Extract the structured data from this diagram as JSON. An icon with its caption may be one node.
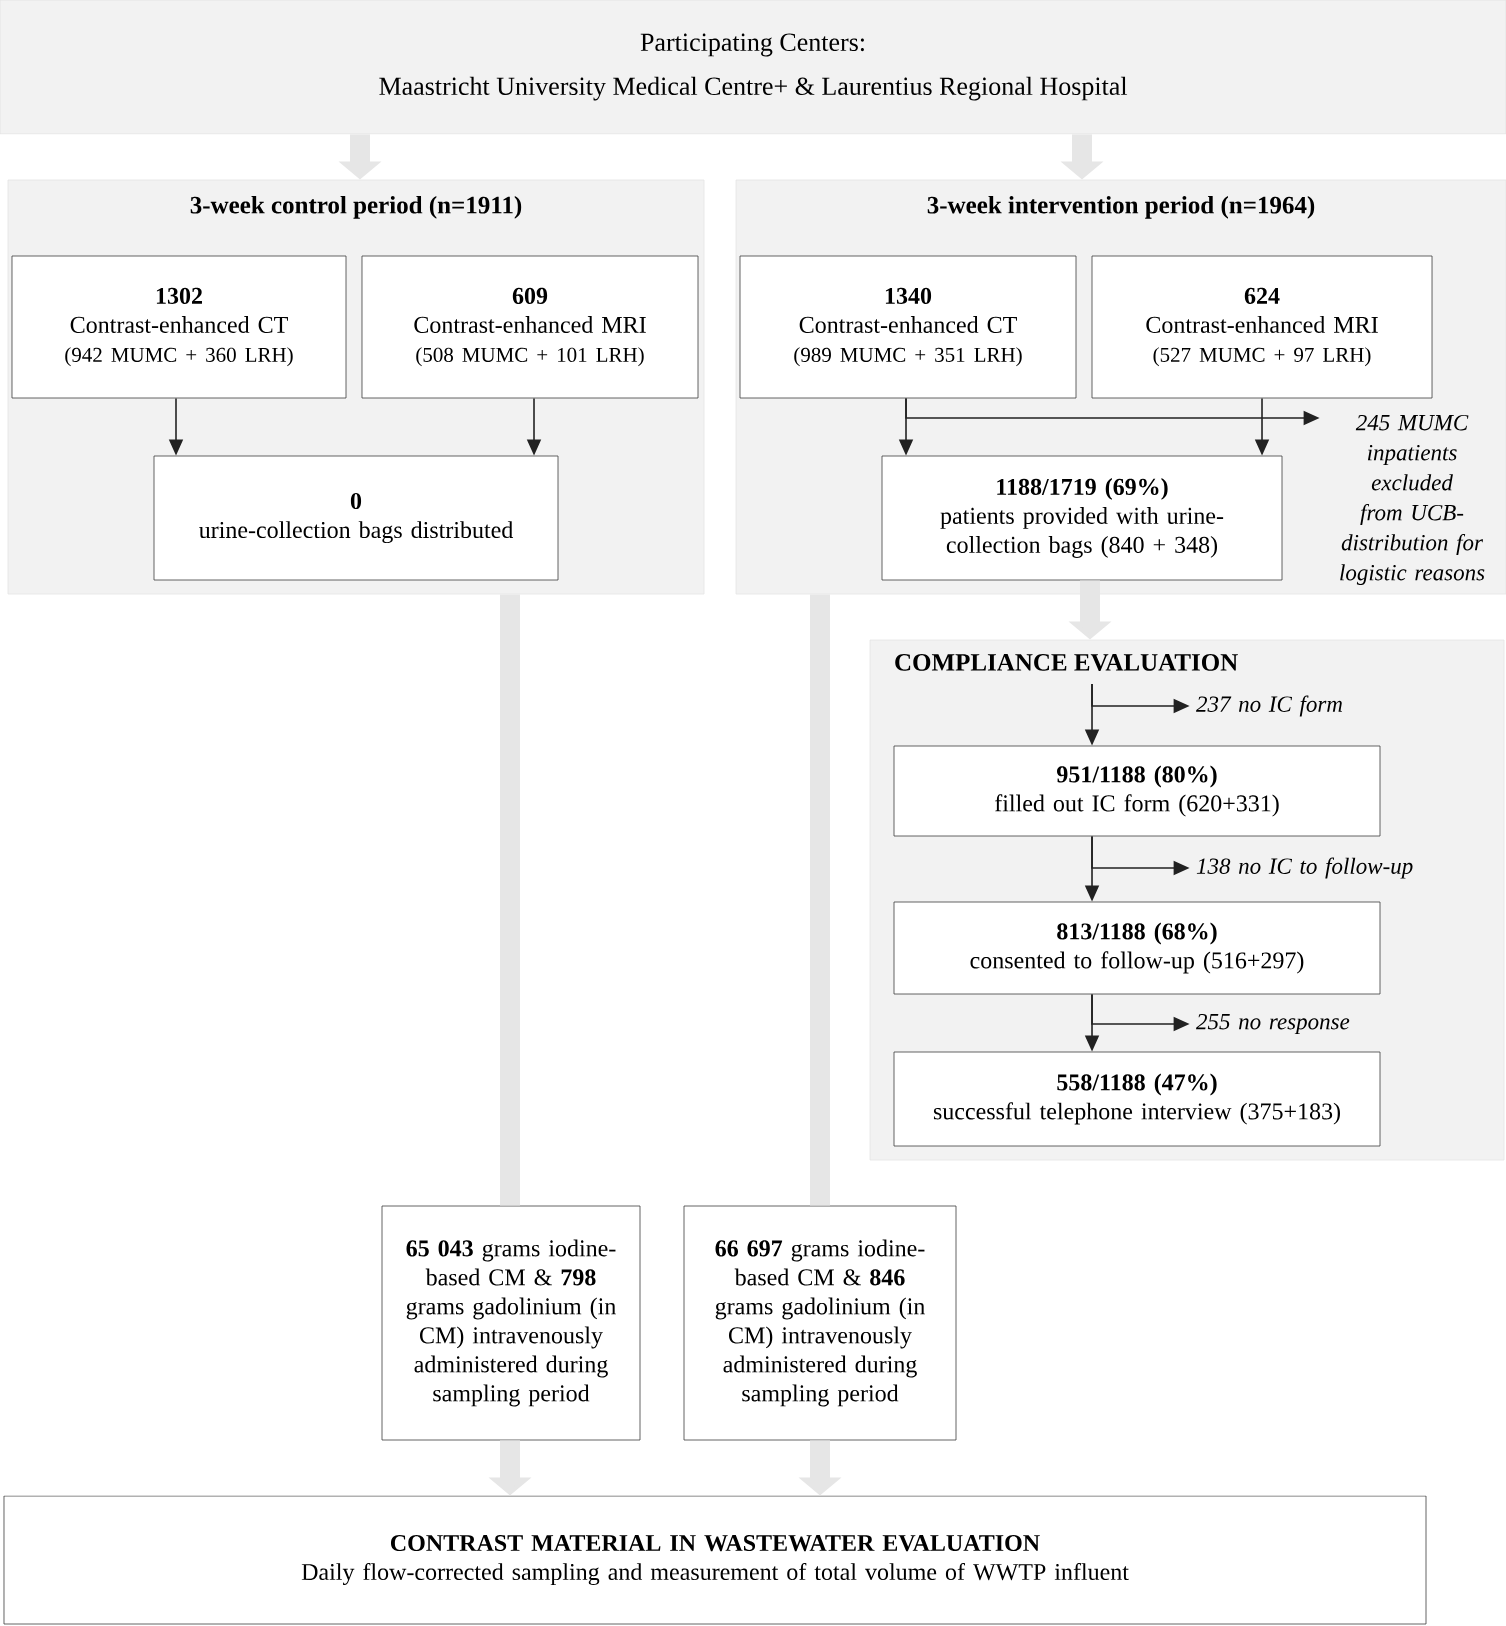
{
  "diagram": {
    "nodes": [
      {
        "text": [
          "Participating Centers:",
          "Maastricht University Medical Centre+ & Laurentius Regional Hospital"
        ]
      },
      {
        "text": [
          "3-week control period (n=1911)"
        ]
      },
      {
        "text": [
          "1302",
          "Contrast-enhanced CT",
          "(942 MUMC + 360 LRH)"
        ],
        "in": 1
      },
      {
        "text": [
          "609",
          "Contrast-enhanced MRI",
          "(508 MUMC + 101 LRH)"
        ],
        "in": 1
      },
      {
        "text": [
          "0",
          "urine-collection bags distributed"
        ],
        "in": 1
      },
      {
        "text": [
          "3-week intervention period (n=1964)"
        ]
      },
      {
        "text": [
          "1340",
          "Contrast-enhanced CT",
          "(989 MUMC + 351 LRH)"
        ],
        "in": 5
      },
      {
        "text": [
          "624",
          "Contrast-enhanced MRI",
          "(527 MUMC + 97 LRH)"
        ],
        "in": 5
      },
      {
        "text": [
          "1188/1719 (69%)",
          "patients provided with urine-collection bags (840 + 348)"
        ],
        "in": 5
      },
      {
        "text": [
          "245 MUMC inpatients excluded from UCB-distribution for logistic reasons"
        ],
        "in": 5
      },
      {
        "text": [
          "COMPLIANCE EVALUATION"
        ]
      },
      {
        "text": [
          "951/1188 (80%)",
          "filled out IC form (620+331)"
        ],
        "in": 10
      },
      {
        "text": [
          "813/1188 (68%)",
          "consented to follow-up (516+297)"
        ],
        "in": 10
      },
      {
        "text": [
          "558/1188 (47%)",
          "successful telephone interview (375+183)"
        ],
        "in": 10
      },
      {
        "text": [
          "237 no IC form"
        ],
        "in": 10
      },
      {
        "text": [
          "138 no IC to follow-up"
        ],
        "in": 10
      },
      {
        "text": [
          "255 no response"
        ],
        "in": 10
      },
      {
        "text": [
          "**65 043** grams iodine-based CM & **798** grams gadolinium (in CM) intravenously administered during sampling period"
        ]
      },
      {
        "text": [
          "**66 697** grams iodine-based CM & **846** grams gadolinium (in CM) intravenously administered during sampling period"
        ]
      },
      {
        "text": [
          "CONTRAST MATERIAL IN WASTEWATER EVALUATION",
          "Daily flow-corrected sampling and measurement of total volume of WWTP influent"
        ]
      }
    ],
    "edges": [
      {
        "from": 0,
        "to": 1,
        "arrow": "to",
        "style": "thick",
        "color": "#e6e6e6"
      },
      {
        "from": 0,
        "to": 5,
        "arrow": "to",
        "style": "thick",
        "color": "#e6e6e6"
      },
      {
        "from": 2,
        "to": 4,
        "arrow": "to",
        "color": "#222222"
      },
      {
        "from": 3,
        "to": 4,
        "arrow": "to",
        "color": "#222222"
      },
      {
        "from": 6,
        "to": 8,
        "arrow": "to",
        "color": "#222222"
      },
      {
        "from": 7,
        "to": 8,
        "arrow": "to",
        "color": "#222222"
      },
      {
        "from": 6,
        "to": 9,
        "arrow": "to",
        "color": "#222222"
      },
      {
        "from": 8,
        "to": 10,
        "arrow": "to",
        "style": "thick",
        "color": "#e6e6e6"
      },
      {
        "from": null,
        "to": 11,
        "arrow": "to",
        "color": "#222222"
      },
      {
        "from": null,
        "to": 14,
        "arrow": "to",
        "color": "#222222"
      },
      {
        "from": 11,
        "to": 12,
        "arrow": "to",
        "color": "#222222"
      },
      {
        "from": 11,
        "to": 15,
        "arrow": "to",
        "color": "#222222"
      },
      {
        "from": 12,
        "to": 13,
        "arrow": "to",
        "color": "#222222"
      },
      {
        "from": 12,
        "to": 16,
        "arrow": "to",
        "color": "#222222"
      },
      {
        "from": 1,
        "to": 17,
        "arrow": "none",
        "style": "thick",
        "color": "#e6e6e6"
      },
      {
        "from": 5,
        "to": 18,
        "arrow": "none",
        "style": "thick",
        "color": "#e6e6e6"
      },
      {
        "from": 17,
        "to": 19,
        "arrow": "to",
        "style": "thick",
        "color": "#e6e6e6"
      },
      {
        "from": 18,
        "to": 19,
        "arrow": "to",
        "style": "thick",
        "color": "#e6e6e6"
      }
    ]
  }
}
